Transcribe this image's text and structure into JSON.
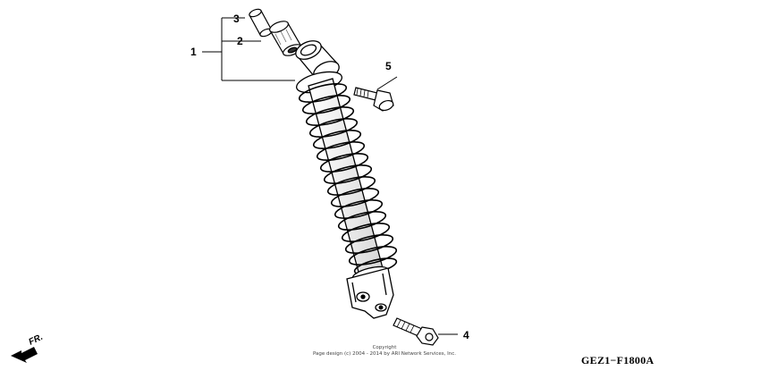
{
  "callouts": {
    "c1": "1",
    "c2": "2",
    "c3": "3",
    "c4": "4",
    "c5": "5"
  },
  "front_indicator": "FR.",
  "copyright": {
    "line1": "Copyright",
    "line2": "Page design (c) 2004 - 2014 by ARI Network Services, Inc."
  },
  "diagram_code": "GEZ1−F1800A",
  "colors": {
    "line": "#000000",
    "background": "#ffffff"
  }
}
